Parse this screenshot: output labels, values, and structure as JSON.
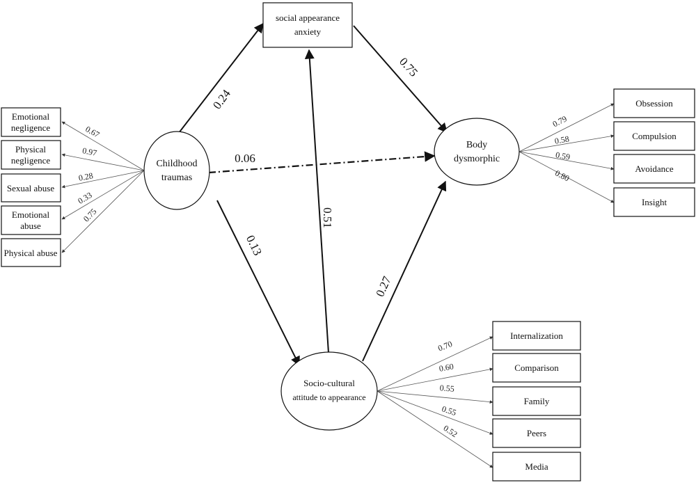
{
  "latents": {
    "childhood": {
      "line1": "Childhood",
      "line2": "traumas"
    },
    "body": {
      "line1": "Body",
      "line2": "dysmorphic"
    },
    "socio": {
      "line1": "Socio-cultural",
      "line2": "attitude to appearance"
    },
    "social": {
      "line1": "social appearance",
      "line2": "anxiety"
    }
  },
  "childhood_indicators": [
    {
      "lines": [
        "Emotional",
        "negligence"
      ],
      "loading": "0.67"
    },
    {
      "lines": [
        "Physical",
        "negligence"
      ],
      "loading": "0.97"
    },
    {
      "lines": [
        "Sexual abuse"
      ],
      "loading": "0.28"
    },
    {
      "lines": [
        "Emotional",
        "abuse"
      ],
      "loading": "0.33"
    },
    {
      "lines": [
        "Physical abuse"
      ],
      "loading": "0.75"
    }
  ],
  "body_indicators": [
    {
      "label": "Obsession",
      "loading": "0.79"
    },
    {
      "label": "Compulsion",
      "loading": "0.58"
    },
    {
      "label": "Avoidance",
      "loading": "0.59"
    },
    {
      "label": "Insight",
      "loading": "0.80"
    }
  ],
  "socio_indicators": [
    {
      "label": "Internalization",
      "loading": "0.70"
    },
    {
      "label": "Comparison",
      "loading": "0.60"
    },
    {
      "label": "Family",
      "loading": "0.55"
    },
    {
      "label": "Peers",
      "loading": "0.55"
    },
    {
      "label": "Media",
      "loading": "0.52"
    }
  ],
  "paths": {
    "childhood_to_social": "0.24",
    "social_to_body": "0.75",
    "childhood_to_body": "0.06",
    "childhood_to_socio": "0.13",
    "socio_to_social": "0.51",
    "socio_to_body": "0.27"
  }
}
